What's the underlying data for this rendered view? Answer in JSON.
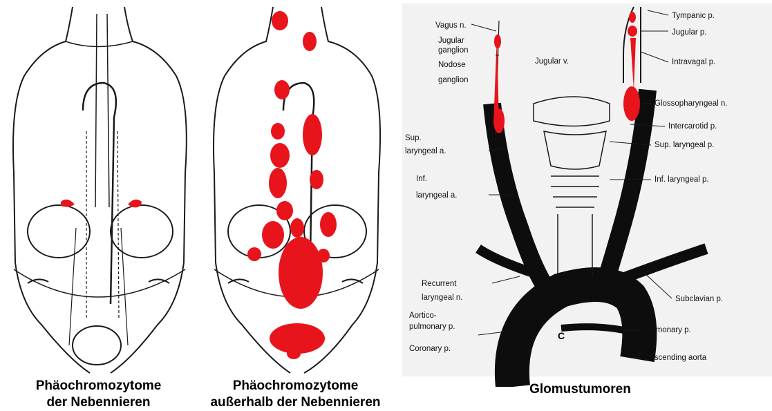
{
  "panels": [
    {
      "caption_line1": "Phäochromozytome",
      "caption_line2": "der Nebennieren"
    },
    {
      "caption_line1": "Phäochromozytome",
      "caption_line2": "außerhalb der Nebennieren"
    },
    {
      "caption_line1": "Glomustumoren"
    }
  ],
  "labels": {
    "vagus": "Vagus n.",
    "jugular_ganglion_1": "Jugular",
    "jugular_ganglion_2": "ganglion",
    "nodose_1": "Nodose",
    "nodose_2": "ganglion",
    "jugular_v": "Jugular v.",
    "tympanic": "Tympanic p.",
    "jugular_p": "Jugular p.",
    "intravagal": "Intravagal p.",
    "glossopharyngeal": "Glossopharyngeal n.",
    "intercarotid": "Intercarotid p.",
    "sup_laryngeal_a_1": "Sup.",
    "sup_laryngeal_a_2": "laryngeal a.",
    "sup_laryngeal_p": "Sup. laryngeal p.",
    "inf_laryngeal_a_1": "Inf.",
    "inf_laryngeal_a_2": "laryngeal a.",
    "inf_laryngeal_p": "Inf. laryngeal p.",
    "recurrent_1": "Recurrent",
    "recurrent_2": "laryngeal n.",
    "subclavian": "Subclavian p.",
    "aortico_1": "Aortico-",
    "aortico_2": "pulmonary p.",
    "pulmonary": "Pulmonary p.",
    "c_marker": "C",
    "coronary": "Coronary p.",
    "descending": "Descending aorta"
  },
  "colors": {
    "tumor": "#e8141c",
    "line": "#1a1a1a",
    "vessel": "#0d0d0d"
  }
}
